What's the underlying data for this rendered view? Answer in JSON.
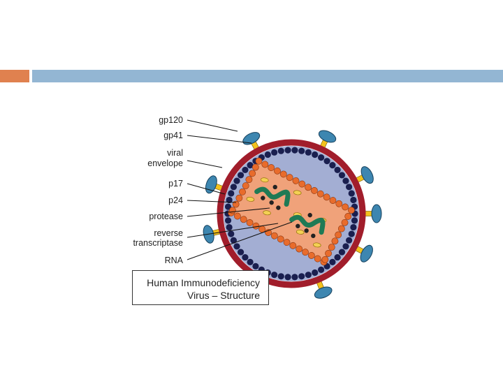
{
  "colors": {
    "accent_orange": "#e0814f",
    "accent_blue": "#93b6d3",
    "envelope_red": "#a11d2b",
    "interior": "#a3aed3",
    "lipid_navy": "#1a1f4f",
    "capsid_orange": "#f0a27a",
    "capsid_bead": "#e86c2c",
    "spike_teal": "#3d86b0",
    "stalk_yellow": "#f3c21c",
    "rna_green": "#1f7a55",
    "protease_yellow": "#f4d054"
  },
  "labels": [
    {
      "id": "gp120",
      "lines": [
        "gp120"
      ]
    },
    {
      "id": "gp41",
      "lines": [
        "gp41"
      ]
    },
    {
      "id": "viral-envelope",
      "lines": [
        "viral",
        "envelope"
      ]
    },
    {
      "id": "p17",
      "lines": [
        "p17"
      ]
    },
    {
      "id": "p24",
      "lines": [
        "p24"
      ]
    },
    {
      "id": "protease",
      "lines": [
        "protease"
      ]
    },
    {
      "id": "reverse-transcriptase",
      "lines": [
        "reverse",
        "transcriptase"
      ]
    },
    {
      "id": "rna",
      "lines": [
        "RNA"
      ]
    }
  ],
  "caption": {
    "line1": "Human Immunodeficiency",
    "line2": "Virus – Structure"
  }
}
